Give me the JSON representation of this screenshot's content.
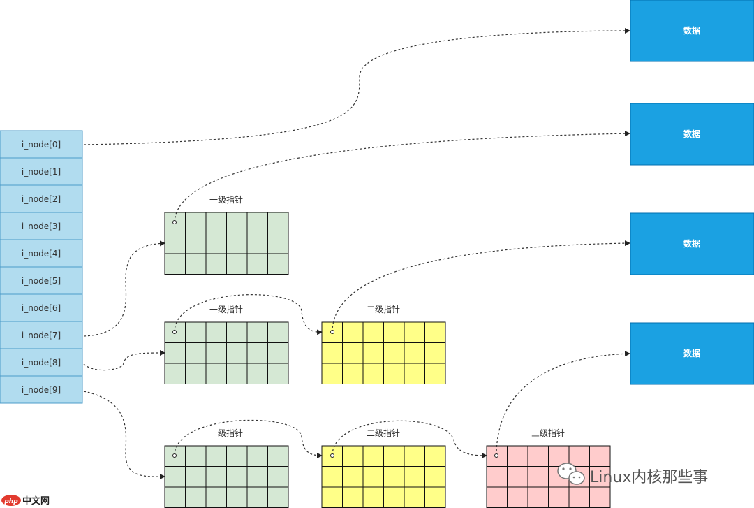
{
  "inodes": [
    "i_node[0]",
    "i_node[1]",
    "i_node[2]",
    "i_node[3]",
    "i_node[4]",
    "i_node[5]",
    "i_node[6]",
    "i_node[7]",
    "i_node[8]",
    "i_node[9]"
  ],
  "data_label": "数据",
  "level_labels": {
    "level1": "一级指针",
    "level2": "二级指针",
    "level3": "三级指针"
  },
  "watermark": {
    "text": "Linux内核那些事",
    "icon": "wechat-icon"
  },
  "badge": {
    "text": "中文网",
    "logo": "php"
  },
  "colors": {
    "inode_fill": "#b1dcef",
    "inode_stroke": "#4b9bc8",
    "data_fill": "#1ba1e2",
    "data_stroke": "#006eaf",
    "level1_fill": "#d5e8d4",
    "level2_fill": "#ffff88",
    "level3_fill": "#ffcccc",
    "php_badge": "#e23a2e"
  }
}
